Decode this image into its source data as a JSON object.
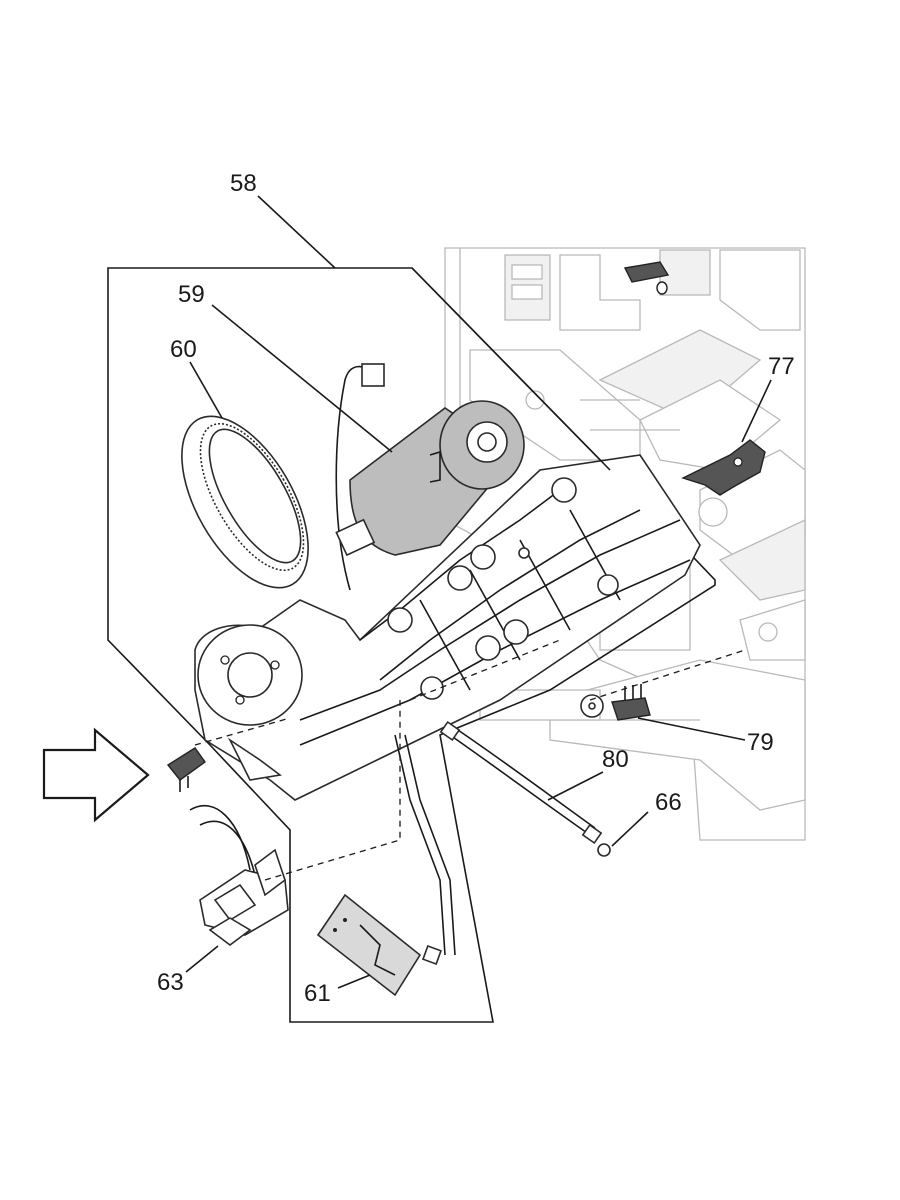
{
  "callouts": {
    "c58": "58",
    "c59": "59",
    "c60": "60",
    "c61": "61",
    "c63": "63",
    "c66": "66",
    "c77": "77",
    "c79": "79",
    "c80": "80"
  },
  "colors": {
    "line": "#1a1a1a",
    "ghost_machine": "#b9b9b9",
    "motor_body": "#bdbdbd",
    "dark_part": "#555555"
  }
}
